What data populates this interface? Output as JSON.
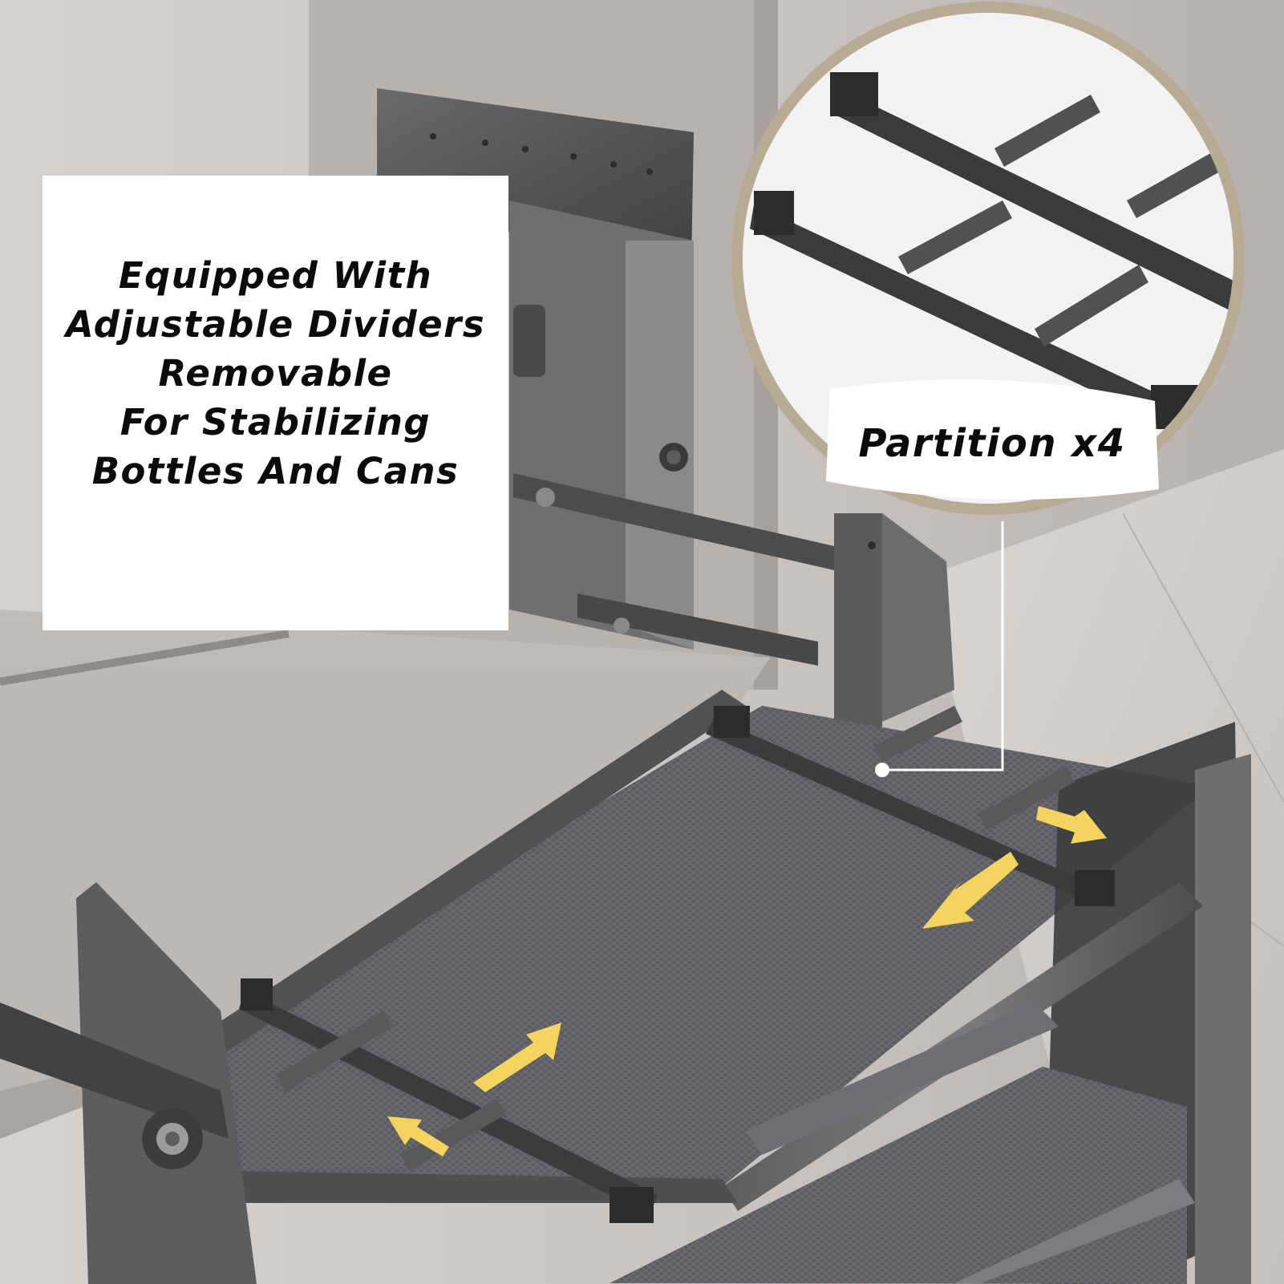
{
  "caption": {
    "lines": [
      "Equipped With",
      "Adjustable Dividers",
      "Removable",
      "For Stabilizing",
      "Bottles And Cans"
    ]
  },
  "callout": {
    "label": "Partition x4"
  },
  "colors": {
    "frame_metal": "#4a4a4c",
    "dark_metal": "#2e2f31",
    "arrow_yellow": "#f4d35e",
    "callout_ring": "#b9ab93",
    "caption_bg": "#ffffff",
    "text": "#0b0b0b"
  },
  "icons": [
    "arrow-icon"
  ]
}
